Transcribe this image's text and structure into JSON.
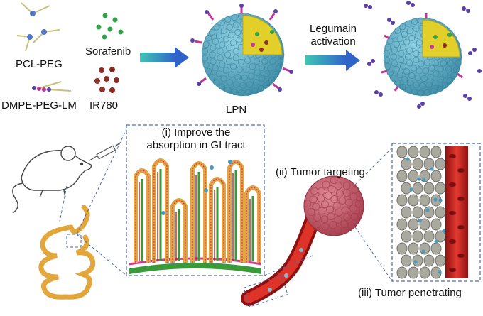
{
  "labels": {
    "pcl_peg": "PCL-PEG",
    "dmpe": "DMPE-PEG-LM",
    "sorafenib": "Sorafenib",
    "ir780": "IR780",
    "lpn": "LPN",
    "legumain_1": "Legumain",
    "legumain_2": "activation",
    "improve_1": "(i) Improve the",
    "improve_2": "absorption in GI tract",
    "tumor_targeting": "(ii) Tumor targeting",
    "tumor_penetrating": "(iii) Tumor penetrating"
  },
  "colors": {
    "nanoparticle_blue": "#5aa7c1",
    "core_yellow": "#e2cf2a",
    "peg_purple": "#5a3fa8",
    "peg_magenta": "#c0369b",
    "drug_green": "#35a34a",
    "drug_red": "#8a2e25",
    "arrow_blue": "#2f63c9",
    "arrow_teal": "#3fc6b4",
    "tissue_gold": "#e3a63b",
    "vessel_red": "#c41e1e",
    "tumor_pink": "#c45a6a",
    "cell_gray": "#a9a9a0",
    "dash_blue": "#4a6cb0"
  }
}
